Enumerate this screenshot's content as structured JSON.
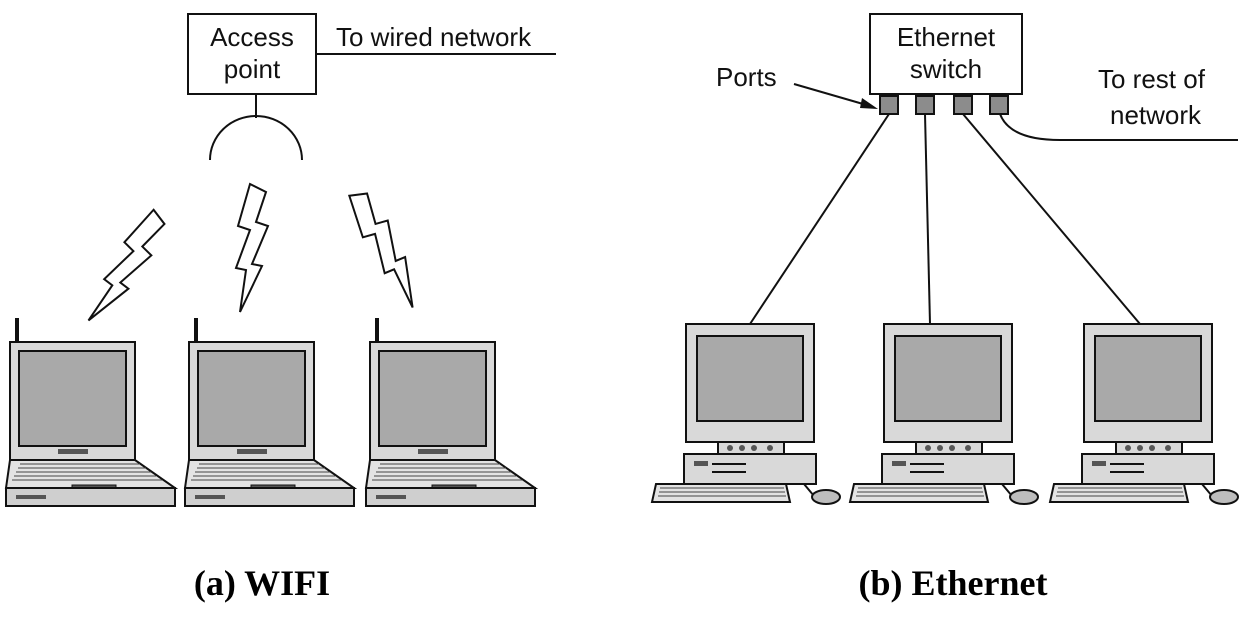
{
  "wifi": {
    "access_point_line1": "Access",
    "access_point_line2": "point",
    "wired_label": "To wired network",
    "caption": "(a) WIFI"
  },
  "ethernet": {
    "switch_line1": "Ethernet",
    "switch_line2": "switch",
    "ports_label": "Ports",
    "rest_line1": "To rest of",
    "rest_line2": "network",
    "caption": "(b) Ethernet"
  },
  "colors": {
    "screen": "#a9a9a9",
    "body": "#d9d9d9",
    "port": "#8c8c8c",
    "touchpad": "#555555",
    "line": "#111111"
  }
}
